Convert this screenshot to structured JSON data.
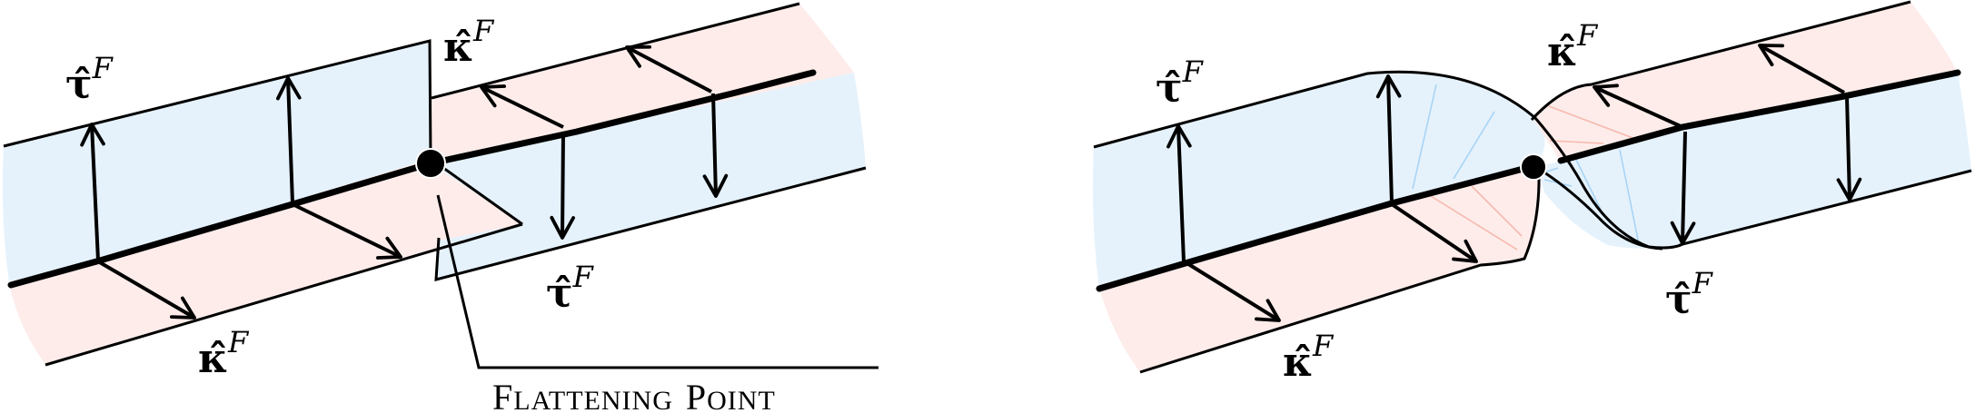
{
  "colors": {
    "binormal_fill": "#e5f2fc",
    "normal_fill": "#fdecea",
    "binormal_ruling": "#a8d4f5",
    "normal_ruling": "#f6b9ad",
    "stroke": "#000000"
  },
  "left_panel": {
    "labels": {
      "tau_top": {
        "symbol": "τ̂",
        "superscript": "F"
      },
      "kappa_bottom": {
        "symbol": "κ̂",
        "superscript": "F"
      },
      "kappa_top_right": {
        "symbol": "κ̂",
        "superscript": "F"
      },
      "tau_bottom_right": {
        "symbol": "τ̂",
        "superscript": "F"
      }
    },
    "callout": {
      "first": "F",
      "first_rest": "LATTENING",
      "second": "P",
      "second_rest": "OINT",
      "full_text": "Flattening Point"
    }
  },
  "right_panel": {
    "labels": {
      "tau_top": {
        "symbol": "τ̂",
        "superscript": "F"
      },
      "kappa_bottom": {
        "symbol": "κ̂",
        "superscript": "F"
      },
      "kappa_top_right": {
        "symbol": "κ̂",
        "superscript": "F"
      },
      "tau_bottom_right": {
        "symbol": "τ̂",
        "superscript": "F"
      }
    }
  }
}
